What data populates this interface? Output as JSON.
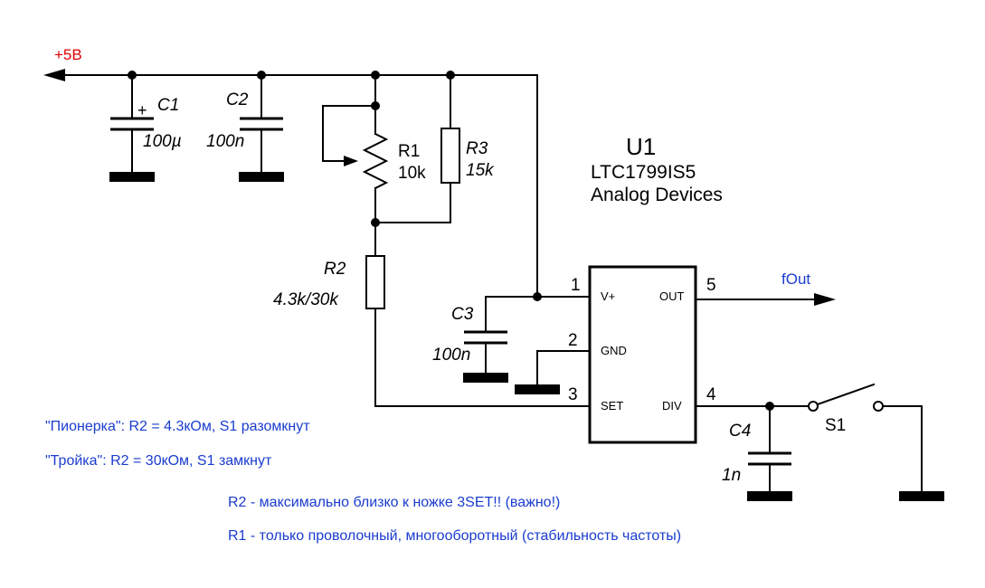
{
  "supply": {
    "label": "+5В",
    "color": "#e00000"
  },
  "parts": {
    "c1": {
      "ref": "C1",
      "value": "100µ",
      "polarity": "+"
    },
    "c2": {
      "ref": "C2",
      "value": "100n"
    },
    "r1": {
      "ref": "R1",
      "value": "10k"
    },
    "r3": {
      "ref": "R3",
      "value": "15k"
    },
    "r2": {
      "ref": "R2",
      "value": "4.3k/30k"
    },
    "c3": {
      "ref": "C3",
      "value": "100n"
    },
    "c4": {
      "ref": "C4",
      "value": "1n"
    },
    "s1": {
      "ref": "S1"
    }
  },
  "ic": {
    "ref": "U1",
    "part": "LTC1799IS5",
    "maker": "Analog Devices",
    "pins": [
      {
        "num": "1",
        "name": "V+"
      },
      {
        "num": "2",
        "name": "GND"
      },
      {
        "num": "3",
        "name": "SET"
      },
      {
        "num": "5",
        "name": "OUT"
      },
      {
        "num": "4",
        "name": "DIV"
      }
    ]
  },
  "output": {
    "label": "fOut"
  },
  "notes": [
    "\"Пионерка\": R2 = 4.3кОм, S1 разомкнут",
    "\"Тройка\": R2 = 30кОм, S1 замкнут",
    "R2 - максимально близко к ножке 3SET!! (важно!)",
    "R1 - только проволочный, многооборотный (стабильность частоты)"
  ],
  "colors": {
    "wire": "#000000",
    "note": "#1a3ccf",
    "supply": "#e00000"
  }
}
